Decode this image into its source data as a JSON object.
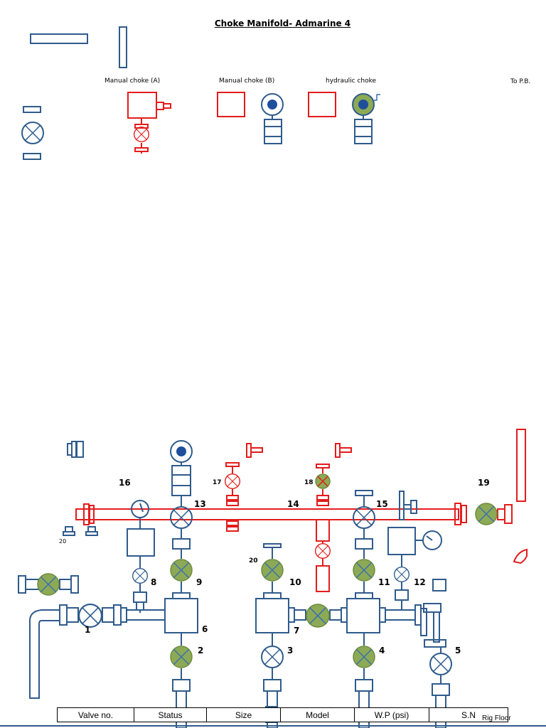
{
  "title": "Choke Manifold- Admarine 4",
  "labels": {
    "manual_choke_a": "Manual choke (A)",
    "manual_choke_b": "Manual choke (B)",
    "hydraulic_choke": "hydraulic choke",
    "to_pb": "To P.B.",
    "rig_floor": "Rig Floor"
  },
  "valve_numbers": [
    "1",
    "2",
    "3",
    "4",
    "5",
    "6",
    "7",
    "8",
    "9",
    "10",
    "11",
    "12",
    "13",
    "14",
    "15",
    "16",
    "17",
    "18",
    "19",
    "20",
    "20"
  ],
  "table": {
    "headers": [
      "Valve no.",
      "Status",
      "Size",
      "Model",
      "W.P (psi)",
      "S.N"
    ]
  },
  "colors": {
    "blue_line": "#2f5b8c",
    "red_line": "#e31c1c",
    "closed_fill": "#8caa55",
    "indicator": "#1f4f9c"
  }
}
